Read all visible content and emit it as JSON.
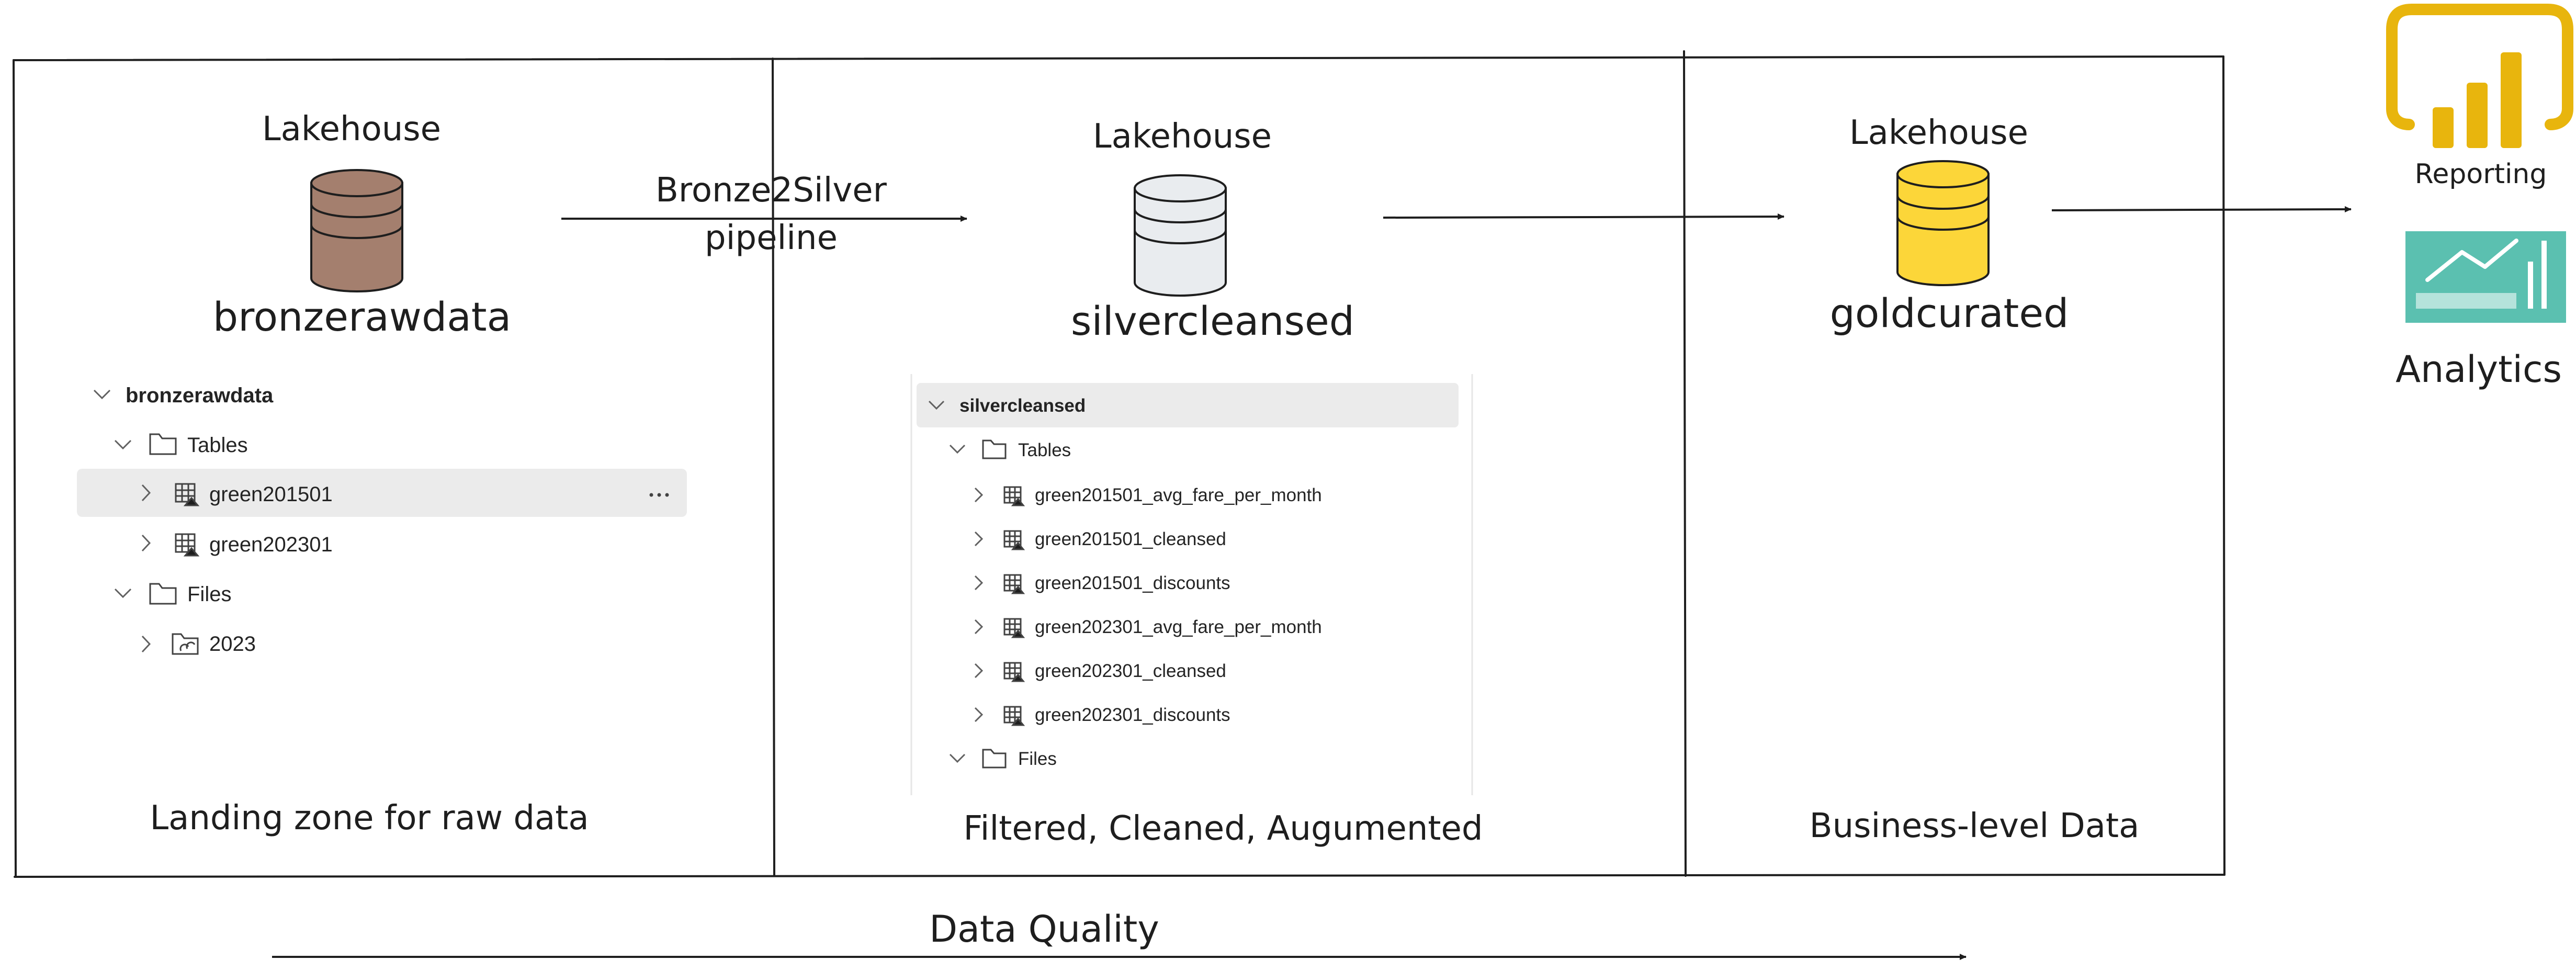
{
  "bronze": {
    "title": "Lakehouse",
    "name": "bronzerawdata",
    "zone_caption": "Landing zone for raw data",
    "color": "#a47f6e",
    "tree": {
      "root": "bronzerawdata",
      "tables_label": "Tables",
      "tables": [
        "green201501",
        "green202301"
      ],
      "files_label": "Files",
      "files": [
        "2023"
      ]
    }
  },
  "pipeline": {
    "label_line1": "Bronze2Silver",
    "label_line2": "pipeline"
  },
  "silver": {
    "title": "Lakehouse",
    "name": "silvercleansed",
    "zone_caption": "Filtered, Cleaned, Augumented",
    "color": "#e9ecef",
    "tree": {
      "root": "silvercleansed",
      "tables_label": "Tables",
      "tables": [
        "green201501_avg_fare_per_month",
        "green201501_cleansed",
        "green201501_discounts",
        "green202301_avg_fare_per_month",
        "green202301_cleansed",
        "green202301_discounts"
      ],
      "files_label": "Files"
    }
  },
  "gold": {
    "title": "Lakehouse",
    "name": "goldcurated",
    "zone_caption": "Business-level Data",
    "color": "#fcd639"
  },
  "outputs": {
    "reporting_label": "Reporting",
    "analytics_label": "Analytics"
  },
  "quality": {
    "label": "Data Quality"
  },
  "colors": {
    "powerbi_yellow": "#e8b50d",
    "analytics_teal": "#5bc0b0",
    "selected_row": "#ebebeb"
  }
}
